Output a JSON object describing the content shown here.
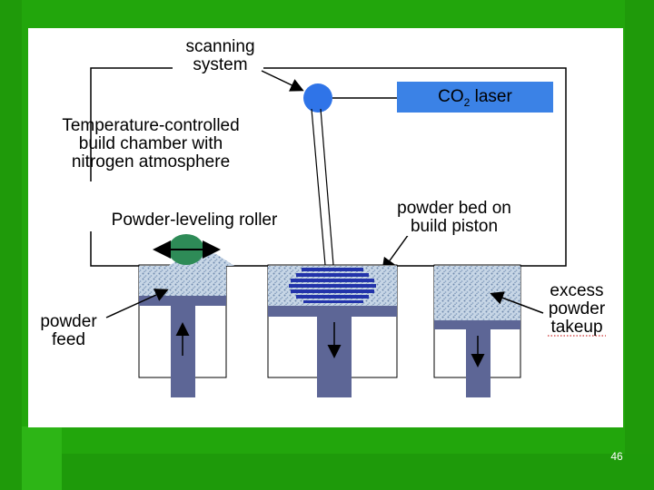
{
  "labels": {
    "scanning_system": "scanning\nsystem",
    "co2_laser_main": "CO",
    "co2_laser_sub": "2",
    "co2_laser_rest": " laser",
    "build_chamber": "Temperature-controlled\nbuild chamber with\nnitrogen atmosphere",
    "leveling_roller": "Powder-leveling roller",
    "powder_bed": "powder bed on\nbuild piston",
    "powder_feed": "powder\nfeed",
    "excess_powder": "excess\npowder\ntakeup"
  },
  "slide_number": "46",
  "colors": {
    "background": "#22a60c",
    "laser_box": "#3b82e6",
    "scanner": "#2f74e8",
    "roller": "#2e8b57",
    "piston": "#5d6696",
    "powder": "#a9bed6",
    "fused_layers": "#2233aa"
  }
}
